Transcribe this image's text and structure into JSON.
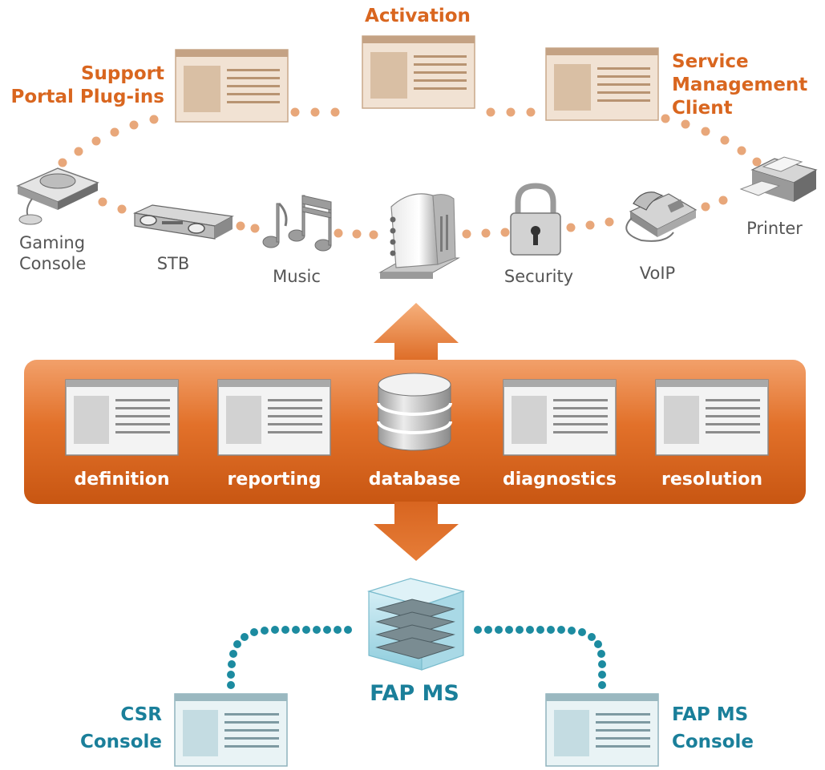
{
  "top_clients": {
    "support": [
      "Support",
      "Portal Plug-ins"
    ],
    "activation": "Activation",
    "service": [
      "Service",
      "Management",
      "Client"
    ]
  },
  "devices": {
    "gaming": [
      "Gaming",
      "Console"
    ],
    "stb": "STB",
    "music": "Music",
    "security": "Security",
    "voip": "VoIP",
    "printer": "Printer"
  },
  "modules": [
    "definition",
    "reporting",
    "database",
    "diagnostics",
    "resolution"
  ],
  "server": "FAP MS",
  "consoles": {
    "csr": [
      "CSR",
      "Console"
    ],
    "fapms": [
      "FAP MS",
      "Console"
    ]
  },
  "colors": {
    "orange": "#d9661f",
    "teal": "#1a7f9a",
    "dot_orange": "#e8a77a",
    "dot_teal": "#1c8ba0"
  }
}
